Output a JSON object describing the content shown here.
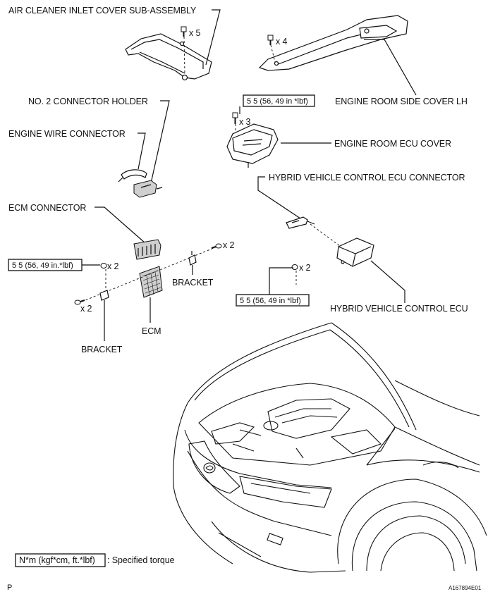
{
  "labels": {
    "air_cleaner_cover": "AIR CLEANER INLET COVER SUB-ASSEMBLY",
    "air_cleaner_qty": "x 5",
    "side_cover_qty": "x 4",
    "engine_room_side_cover": "ENGINE ROOM SIDE COVER LH",
    "no2_connector_holder": "NO. 2 CONNECTOR HOLDER",
    "torque_ecu_cover": "5 5 (56, 49 in *lbf)",
    "ecu_cover_qty": "x 3",
    "engine_room_ecu_cover": "ENGINE ROOM ECU COVER",
    "engine_wire_connector": "ENGINE WIRE CONNECTOR",
    "hv_ecu_connector": "HYBRID VEHICLE CONTROL ECU CONNECTOR",
    "ecm_connector": "ECM CONNECTOR",
    "bracket_qty_right": "x 2",
    "torque_ecm": "5 5 (56, 49 in.*lbf)",
    "ecm_nut_qty": "x 2",
    "bracket_right": "BRACKET",
    "hv_ecu_nut_qty": "x 2",
    "torque_hv_ecu": "5 5 (56, 49 in *lbf)",
    "bracket_qty_left": "x 2",
    "hv_control_ecu": "HYBRID VEHICLE CONTROL ECU",
    "ecm": "ECM",
    "bracket_left": "BRACKET"
  },
  "legend": {
    "unit_box": "N*m (kgf*cm, ft.*lbf)",
    "unit_text": ": Specified torque"
  },
  "footer": {
    "page_letter": "P",
    "figure_id": "A167894E01"
  }
}
